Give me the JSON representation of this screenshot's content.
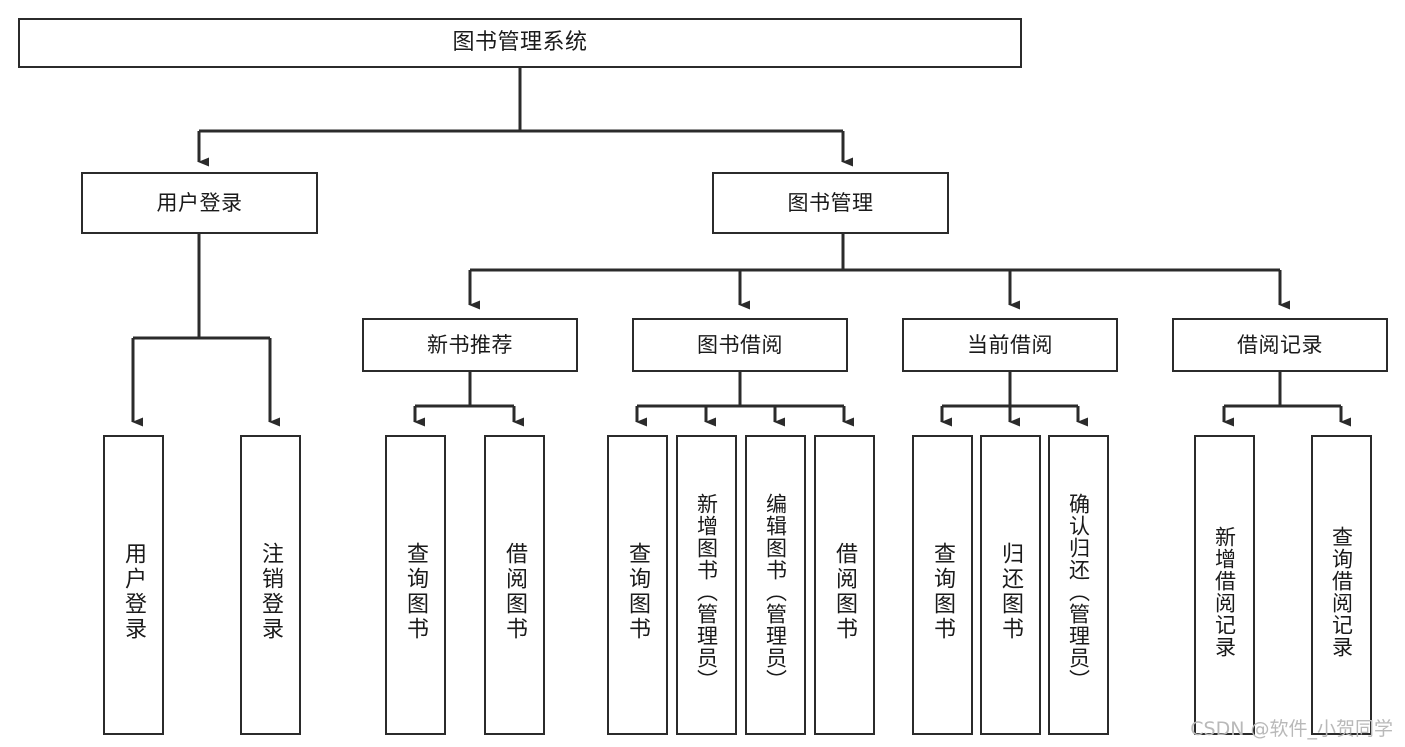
{
  "diagram": {
    "title": "图书管理系统",
    "type": "tree",
    "watermark": "CSDN @软件_小贺同学",
    "colors": {
      "node_border": "#2b2b2b",
      "node_fill": "#ffffff",
      "connector": "#2b2b2b",
      "text": "#1a1a1a",
      "watermark": "#b9b9b9",
      "background": "#ffffff"
    },
    "levels": [
      {
        "level": 0,
        "nodes": [
          {
            "id": "root",
            "label": "图书管理系统",
            "orientation": "horizontal"
          }
        ]
      },
      {
        "level": 1,
        "nodes": [
          {
            "id": "user-login",
            "label": "用户登录",
            "orientation": "horizontal",
            "parent": "root"
          },
          {
            "id": "book-mgmt",
            "label": "图书管理",
            "orientation": "horizontal",
            "parent": "root"
          }
        ]
      },
      {
        "level": 2,
        "nodes": [
          {
            "id": "new-book-rec",
            "label": "新书推荐",
            "orientation": "horizontal",
            "parent": "book-mgmt"
          },
          {
            "id": "book-borrow",
            "label": "图书借阅",
            "orientation": "horizontal",
            "parent": "book-mgmt"
          },
          {
            "id": "current-borrow",
            "label": "当前借阅",
            "orientation": "horizontal",
            "parent": "book-mgmt"
          },
          {
            "id": "borrow-record",
            "label": "借阅记录",
            "orientation": "horizontal",
            "parent": "book-mgmt"
          }
        ]
      },
      {
        "level": 3,
        "nodes": [
          {
            "id": "leaf-user-login",
            "label": "用户登录",
            "orientation": "vertical",
            "parent": "user-login"
          },
          {
            "id": "leaf-logout",
            "label": "注销登录",
            "orientation": "vertical",
            "parent": "user-login"
          },
          {
            "id": "leaf-query-book-1",
            "label": "查询图书",
            "orientation": "vertical",
            "parent": "new-book-rec"
          },
          {
            "id": "leaf-borrow-book-1",
            "label": "借阅图书",
            "orientation": "vertical",
            "parent": "new-book-rec"
          },
          {
            "id": "leaf-query-book-2",
            "label": "查询图书",
            "orientation": "vertical",
            "parent": "book-borrow"
          },
          {
            "id": "leaf-add-book",
            "label": "新增图书（管理员）",
            "orientation": "vertical",
            "parent": "book-borrow"
          },
          {
            "id": "leaf-edit-book",
            "label": "编辑图书（管理员）",
            "orientation": "vertical",
            "parent": "book-borrow"
          },
          {
            "id": "leaf-borrow-book-2",
            "label": "借阅图书",
            "orientation": "vertical",
            "parent": "book-borrow"
          },
          {
            "id": "leaf-query-book-3",
            "label": "查询图书",
            "orientation": "vertical",
            "parent": "current-borrow"
          },
          {
            "id": "leaf-return-book",
            "label": "归还图书",
            "orientation": "vertical",
            "parent": "current-borrow"
          },
          {
            "id": "leaf-confirm-return",
            "label": "确认归还（管理员）",
            "orientation": "vertical",
            "parent": "current-borrow"
          },
          {
            "id": "leaf-add-record",
            "label": "新增借阅记录",
            "orientation": "vertical",
            "parent": "borrow-record"
          },
          {
            "id": "leaf-query-record",
            "label": "查询借阅记录",
            "orientation": "vertical",
            "parent": "borrow-record"
          }
        ]
      }
    ]
  }
}
